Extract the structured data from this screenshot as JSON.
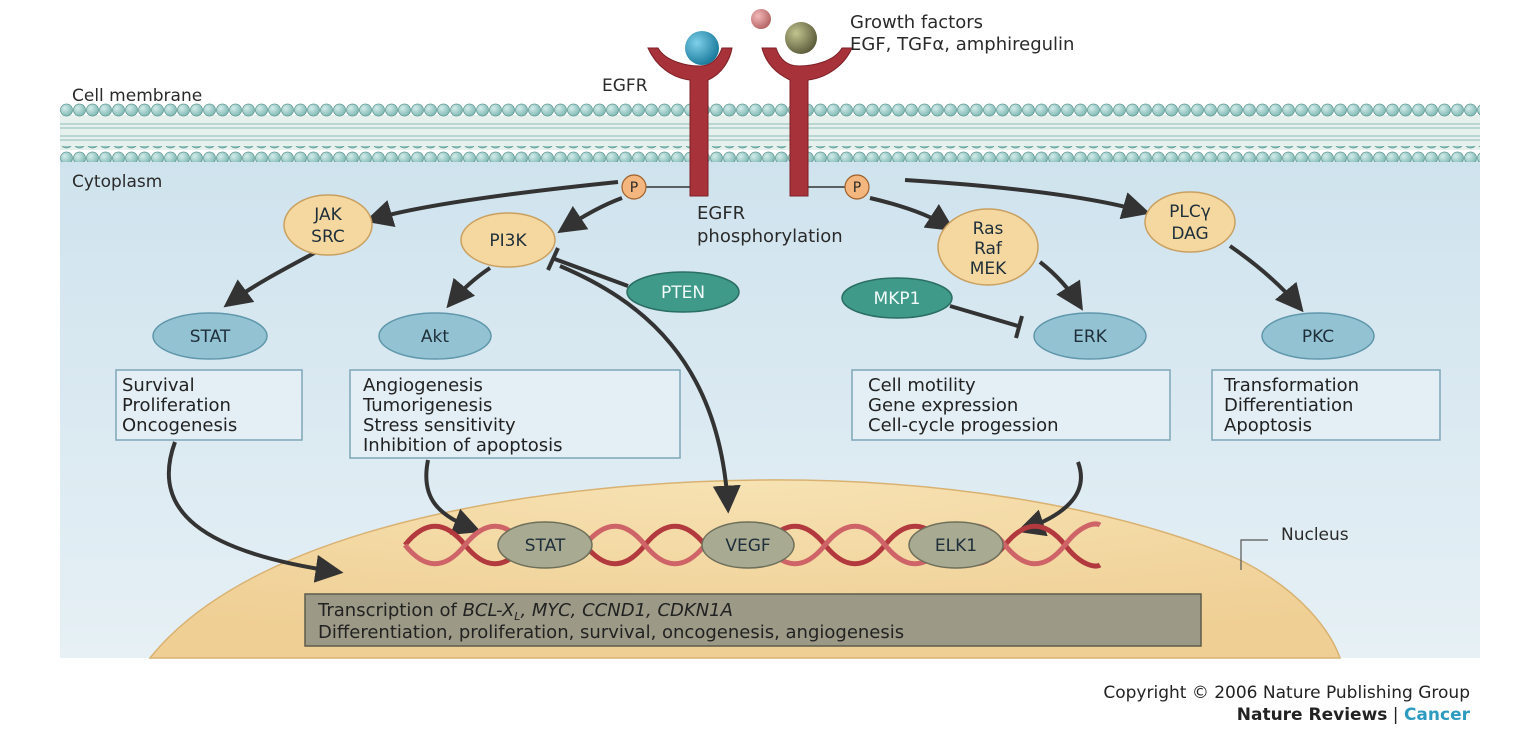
{
  "labels": {
    "growth_factors_title": "Growth factors",
    "growth_factors_list": "EGF, TGFα, amphiregulin",
    "egfr": "EGFR",
    "cell_membrane": "Cell membrane",
    "cytoplasm": "Cytoplasm",
    "phospho_line1": "EGFR",
    "phospho_line2": "phosphorylation",
    "p_left": "P",
    "p_right": "P",
    "nucleus": "Nucleus"
  },
  "nodes": {
    "jak": "JAK",
    "src": "SRC",
    "pi3k": "PI3K",
    "pten": "PTEN",
    "ras": "Ras",
    "raf": "Raf",
    "mek": "MEK",
    "plc": "PLCγ",
    "dag": "DAG",
    "mkp1": "MKP1",
    "stat": "STAT",
    "akt": "Akt",
    "erk": "ERK",
    "pkc": "PKC",
    "n_stat": "STAT",
    "n_vegf": "VEGF",
    "n_elk1": "ELK1"
  },
  "boxes": {
    "stat_effects": [
      "Survival",
      "Proliferation",
      "Oncogenesis"
    ],
    "akt_effects": [
      "Angiogenesis",
      "Tumorigenesis",
      "Stress sensitivity",
      "Inhibition of apoptosis"
    ],
    "erk_effects": [
      "Cell motility",
      "Gene expression",
      "Cell-cycle progession"
    ],
    "pkc_effects": [
      "Transformation",
      "Differentiation",
      "Apoptosis"
    ]
  },
  "transcription": {
    "prefix": "Transcription of ",
    "gene1_main": "BCL-X",
    "gene1_sub": "L",
    "rest": ", MYC, CCND1, CDKN1A",
    "line2": "Differentiation, proliferation, survival, oncogenesis, angiogenesis"
  },
  "credit": {
    "copyright": "Copyright © 2006 Nature Publishing Group",
    "journal": "Nature Reviews",
    "separator": " | ",
    "section": "Cancer"
  },
  "colors": {
    "cytoplasm": "#dbeaf2",
    "membrane_head": "#a9d3cf",
    "receptor": "#a8323a",
    "yellow_node": "#f5d8a0",
    "blue_node": "#93c2d3",
    "green_node": "#3f9a8a",
    "nucleus": "#f4d9a3",
    "dna": "#b23a3f",
    "transcription_box": "#9c9a86",
    "cancer_accent": "#2d9bc0"
  }
}
